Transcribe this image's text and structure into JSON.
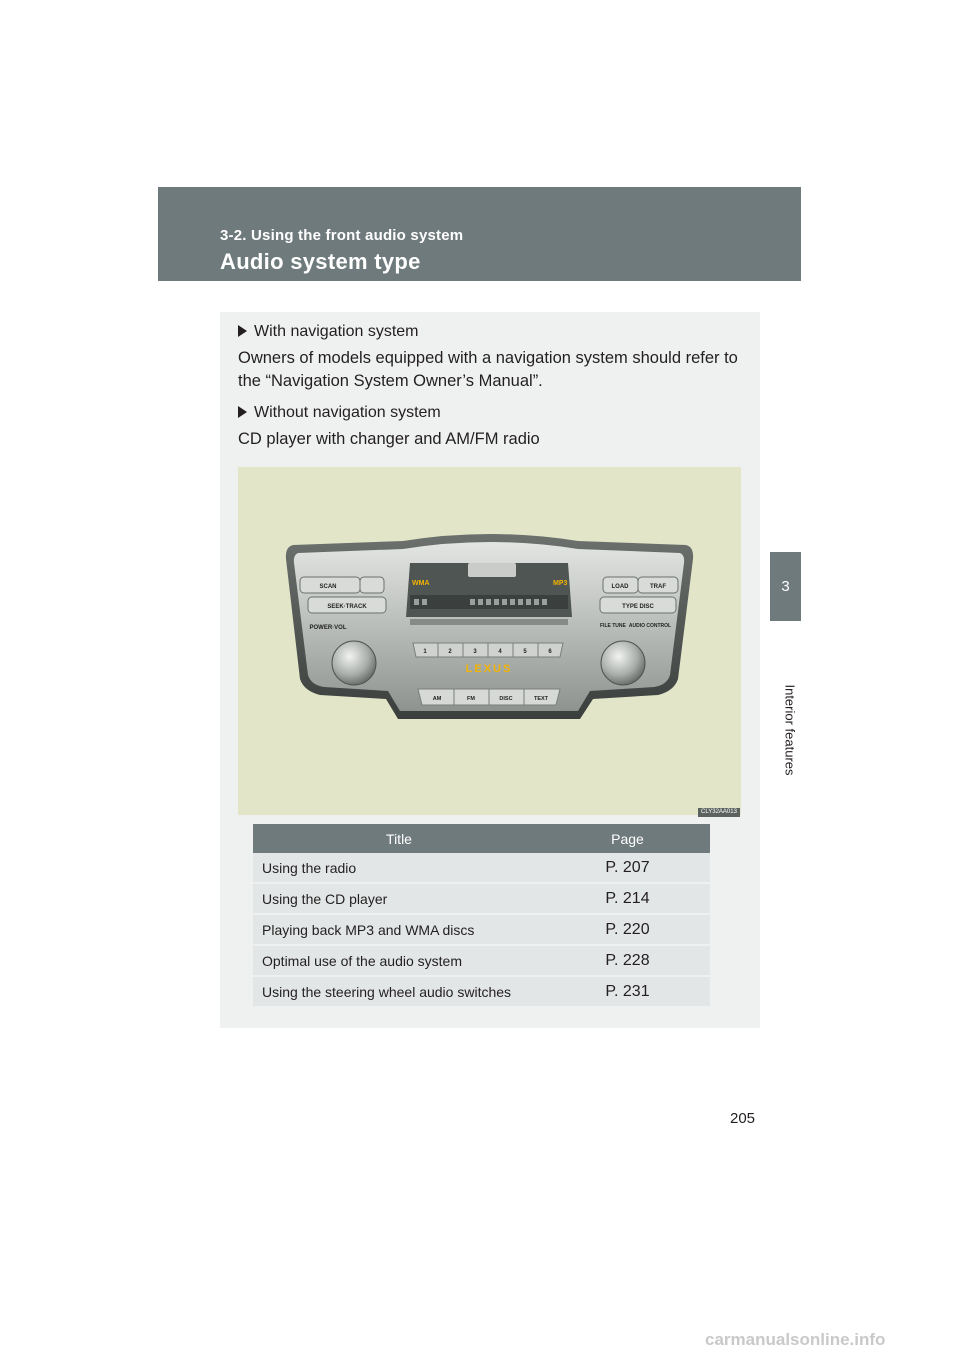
{
  "header": {
    "section_label": "3-2. Using the front audio system",
    "page_title": "Audio system type"
  },
  "side_tab": {
    "chapter_number": "3",
    "chapter_label": "Interior features"
  },
  "content": {
    "bullet1": "With navigation system",
    "para1": "Owners of models equipped with a navigation system should refer to the “Navigation System Owner’s Manual”.",
    "bullet2": "Without navigation system",
    "para2": "CD player with changer and AM/FM radio",
    "figure": {
      "figure_id": "CLY32AA013",
      "labels": {
        "scan": "SCAN",
        "seek_track": "SEEK·TRACK",
        "power_vol": "POWER·VOL",
        "wma": "WMA",
        "mp3": "MP3",
        "load": "LOAD",
        "traf": "TRAF",
        "type_disc": "TYPE DISC",
        "file_tune": "FILE TUNE",
        "audio_control": "AUDIO CONTROL",
        "brand": "LEXUS",
        "presets": [
          "1",
          "2",
          "3",
          "4",
          "5",
          "6"
        ],
        "source_buttons": [
          "AM",
          "FM",
          "DISC",
          "TEXT"
        ]
      }
    }
  },
  "table": {
    "headers": {
      "title": "Title",
      "page": "Page"
    },
    "rows": [
      {
        "title": "Using the radio",
        "page": "P. 207"
      },
      {
        "title": "Using the CD player",
        "page": "P. 214"
      },
      {
        "title": "Playing back MP3 and WMA discs",
        "page": "P. 220"
      },
      {
        "title": "Optimal use of the audio system",
        "page": "P. 228"
      },
      {
        "title": "Using the steering wheel audio switches",
        "page": "P. 231"
      }
    ]
  },
  "page_number": "205",
  "watermark": "carmanualsonline.info",
  "colors": {
    "header_bg": "#6f7a7c",
    "content_bg": "#eff1f1",
    "row_bg": "#e2e6e6",
    "figure_bg": "#e2e5c7"
  }
}
